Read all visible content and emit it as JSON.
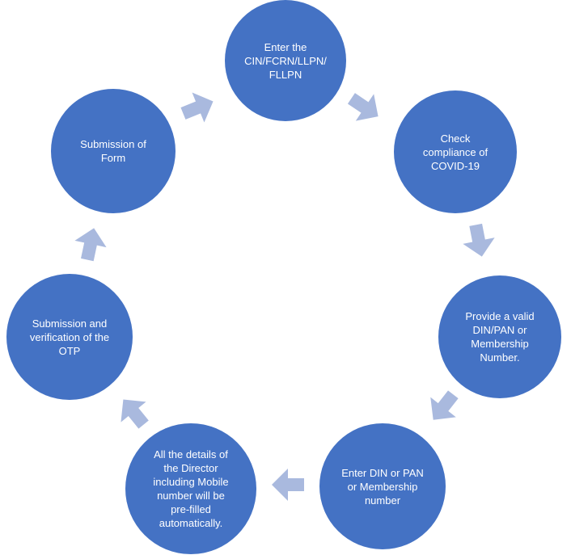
{
  "steps": [
    {
      "label": "Enter the\nCIN/FCRN/LLPN/\nFLLPN"
    },
    {
      "label": "Check\ncompliance of\nCOVID-19"
    },
    {
      "label": "Provide a valid\nDIN/PAN or\nMembership\nNumber."
    },
    {
      "label": "Enter DIN or PAN\nor Membership\nnumber"
    },
    {
      "label": "All the details of\nthe Director\nincluding Mobile\nnumber will be\npre-filled\nautomatically."
    },
    {
      "label": "Submission and\nverification of the\nOTP"
    },
    {
      "label": "Submission of\nForm"
    }
  ],
  "colors": {
    "node_fill": "#4472c4",
    "arrow_fill": "#a9b9de",
    "label_text": "#ffffff"
  },
  "arrow_icon": "arrow-right-icon"
}
